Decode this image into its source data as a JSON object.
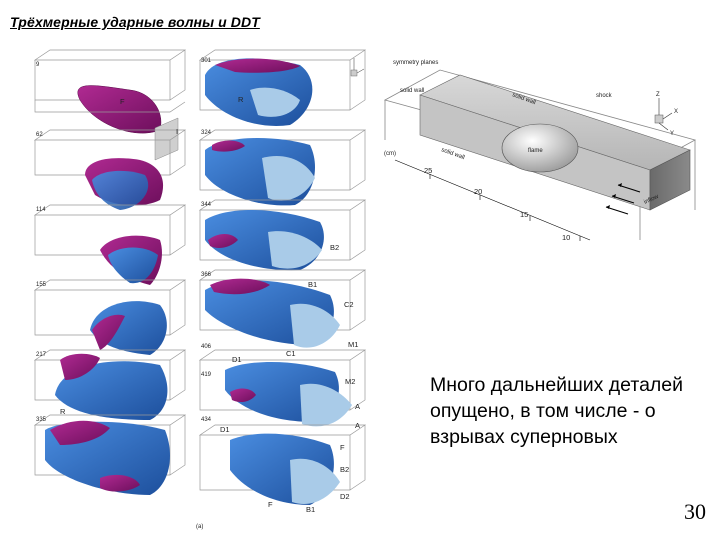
{
  "slide": {
    "title": "Трёхмерные ударные волны и DDT",
    "caption": "Много дальнейших деталей опущено, в том числе - о взрывах суперновых",
    "page_number": "30"
  },
  "figure_left": {
    "time_labels": [
      "9",
      "62",
      "114",
      "155",
      "217",
      "335"
    ],
    "panel_labels": [
      "F",
      "I",
      "R",
      "(a)"
    ],
    "colors": {
      "flame": "#8e1877",
      "shock": "#2f6fc4",
      "light": "#a9cbe8"
    }
  },
  "figure_middle": {
    "time_labels": [
      "301",
      "324",
      "344",
      "366",
      "406",
      "419",
      "434"
    ],
    "wave_labels": [
      "R",
      "B2",
      "B1",
      "C2",
      "C1",
      "M1",
      "D1",
      "M2",
      "A",
      "D1",
      "A",
      "F",
      "B2",
      "D2",
      "B1",
      "F"
    ]
  },
  "figure_right": {
    "labels": [
      "symmetry planes",
      "solid wall",
      "solid wall",
      "shock",
      "flame",
      "solid wall",
      "inflow",
      "(cm)"
    ],
    "axis_ticks": [
      "25",
      "20",
      "15",
      "10"
    ],
    "axes": [
      "Z",
      "X",
      "Y"
    ]
  }
}
